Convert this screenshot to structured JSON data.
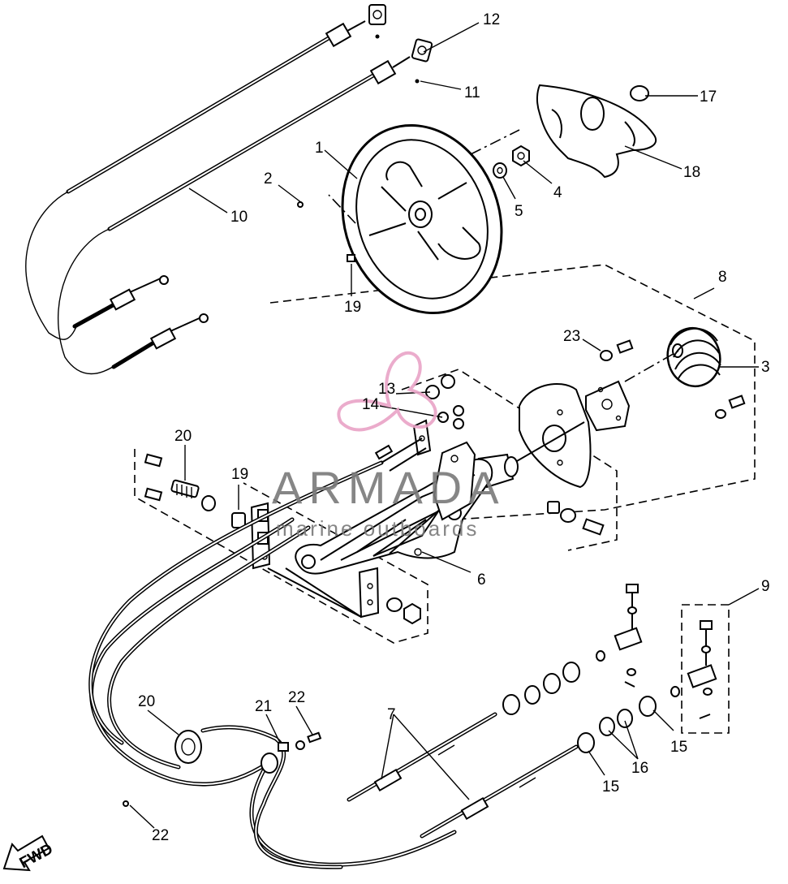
{
  "callouts": {
    "c1": "1",
    "c2": "2",
    "c3": "3",
    "c4": "4",
    "c5": "5",
    "c6": "6",
    "c7": "7",
    "c8": "8",
    "c9": "9",
    "c10": "10",
    "c11": "11",
    "c12": "12",
    "c13": "13",
    "c14": "14",
    "c15a": "15",
    "c15b": "15",
    "c16": "16",
    "c17": "17",
    "c18": "18",
    "c19a": "19",
    "c19b": "19",
    "c20a": "20",
    "c20b": "20",
    "c21": "21",
    "c22a": "22",
    "c22b": "22",
    "c23": "23"
  },
  "watermark": {
    "brand": "ARMADA",
    "tagline": "marine outboards",
    "logo_color": "#e9a3c6",
    "text_color": "#7a7a7a"
  },
  "fwd_badge": "FWD",
  "line_color": "#000000"
}
